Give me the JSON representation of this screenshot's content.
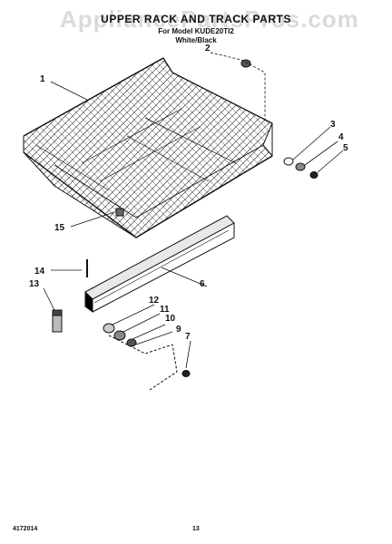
{
  "header": {
    "title": "UPPER RACK AND TRACK PARTS",
    "subtitle": "For Model KUDE20TI2",
    "variant": "White/Black"
  },
  "watermark": "AppliancePartsPros.com",
  "callouts": [
    "1",
    "2",
    "3",
    "4",
    "5",
    "6",
    "7",
    "9",
    "10",
    "11",
    "12",
    "13",
    "14",
    "15"
  ],
  "footer": {
    "part_number": "4172014",
    "page_number": "13"
  }
}
